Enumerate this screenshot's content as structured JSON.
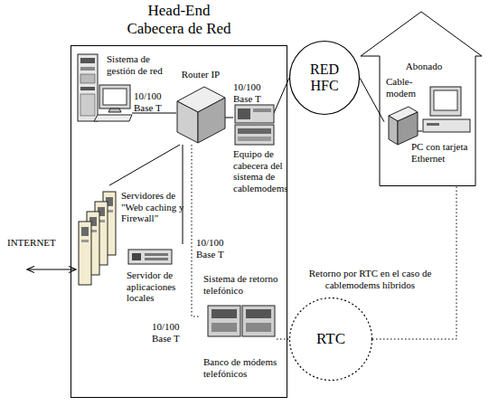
{
  "diagram": {
    "nodes": [
      {
        "text": [
          "Head-End",
          "Cabecera de Red"
        ]
      },
      {
        "text": [
          "Sistema de gestión de red"
        ],
        "in": 0
      },
      {
        "text": [
          "Router IP"
        ],
        "in": 0
      },
      {
        "text": [
          "Equipo de cabecera del sistema de cablemodems"
        ],
        "in": 0
      },
      {
        "text": [
          "Servidores de \"Web caching y Firewall\""
        ],
        "in": 0
      },
      {
        "text": [
          "Servidor de aplicaciones locales"
        ],
        "in": 0
      },
      {
        "text": [
          "Sistema de retorno telefónico",
          "Banco de módems telefónicos"
        ],
        "in": 0
      },
      {
        "text": [
          "INTERNET"
        ]
      },
      {
        "text": [
          "RED HFC"
        ]
      },
      {
        "text": [
          "Abonado"
        ]
      },
      {
        "text": [
          "Cable-modem"
        ],
        "in": 9
      },
      {
        "text": [
          "PC con tarjeta Ethernet"
        ],
        "in": 9
      },
      {
        "text": [
          "RTC"
        ]
      }
    ],
    "edges": [
      {
        "from": 1,
        "to": 2,
        "arrow": "none"
      },
      {
        "from": 2,
        "to": 3,
        "arrow": "none"
      },
      {
        "from": 3,
        "to": 8,
        "arrow": "none"
      },
      {
        "from": 8,
        "to": 10,
        "arrow": "none"
      },
      {
        "from": 10,
        "to": 11,
        "arrow": "none"
      },
      {
        "from": 2,
        "to": 4,
        "arrow": "none"
      },
      {
        "from": 2,
        "to": 5,
        "arrow": "none"
      },
      {
        "from": 2,
        "to": 6,
        "arrow": "none"
      },
      {
        "from": 6,
        "to": 12,
        "arrow": "none"
      },
      {
        "from": 12,
        "to": 9,
        "arrow": "none"
      },
      {
        "from": 7,
        "to": 4,
        "arrow": "both"
      }
    ],
    "labels": [
      "10/100 Base T",
      "10/100 Base T",
      "10/100 Base T",
      "10/100 Base T",
      "Retorno por RTC en el caso de cablemodems híbridos"
    ]
  }
}
